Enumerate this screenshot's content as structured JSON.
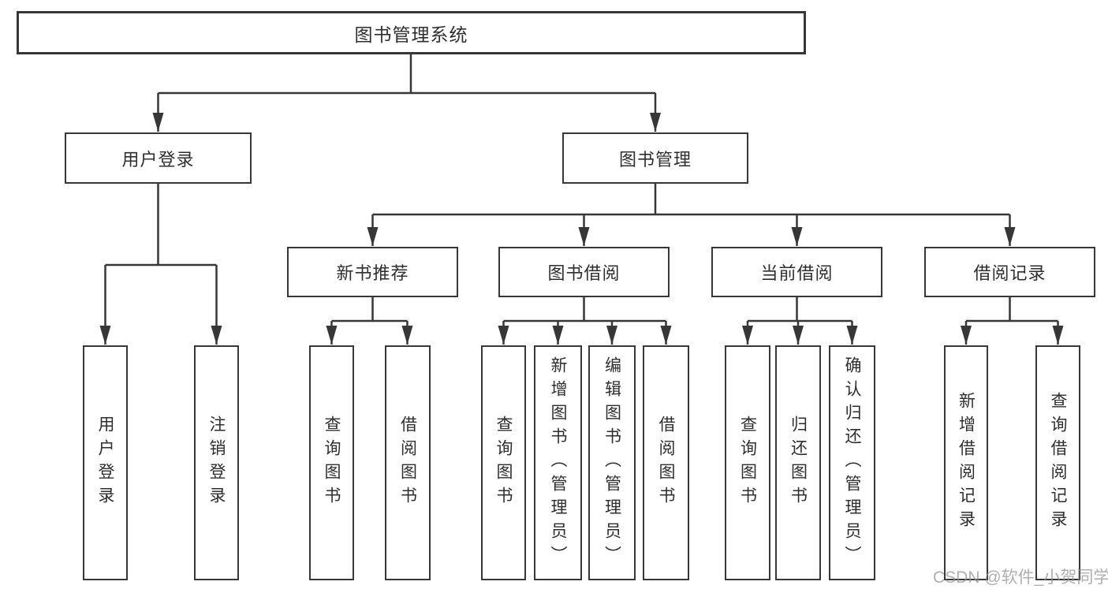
{
  "diagram": {
    "root": {
      "label": "图书管理系统"
    },
    "branches": [
      {
        "label": "用户登录",
        "children": [
          {
            "label": "用户登录"
          },
          {
            "label": "注销登录"
          }
        ]
      },
      {
        "label": "图书管理",
        "children": [
          {
            "label": "新书推荐",
            "children": [
              {
                "label": "查询图书"
              },
              {
                "label": "借阅图书"
              }
            ]
          },
          {
            "label": "图书借阅",
            "children": [
              {
                "label": "查询图书"
              },
              {
                "label": "新增图书（管理员）"
              },
              {
                "label": "编辑图书（管理员）"
              },
              {
                "label": "借阅图书"
              }
            ]
          },
          {
            "label": "当前借阅",
            "children": [
              {
                "label": "查询图书"
              },
              {
                "label": "归还图书"
              },
              {
                "label": "确认归还（管理员）"
              }
            ]
          },
          {
            "label": "借阅记录",
            "children": [
              {
                "label": "新增借阅记录"
              },
              {
                "label": "查询借阅记录"
              }
            ]
          }
        ]
      }
    ]
  },
  "watermark": {
    "text": "CSDN @软件_小贺同学"
  },
  "colors": {
    "line": "#373737",
    "box_border": "#373737",
    "box_fill": "#ffffff",
    "text": "#2e2e2e",
    "watermark": "#949494",
    "background": "#ffffff"
  }
}
